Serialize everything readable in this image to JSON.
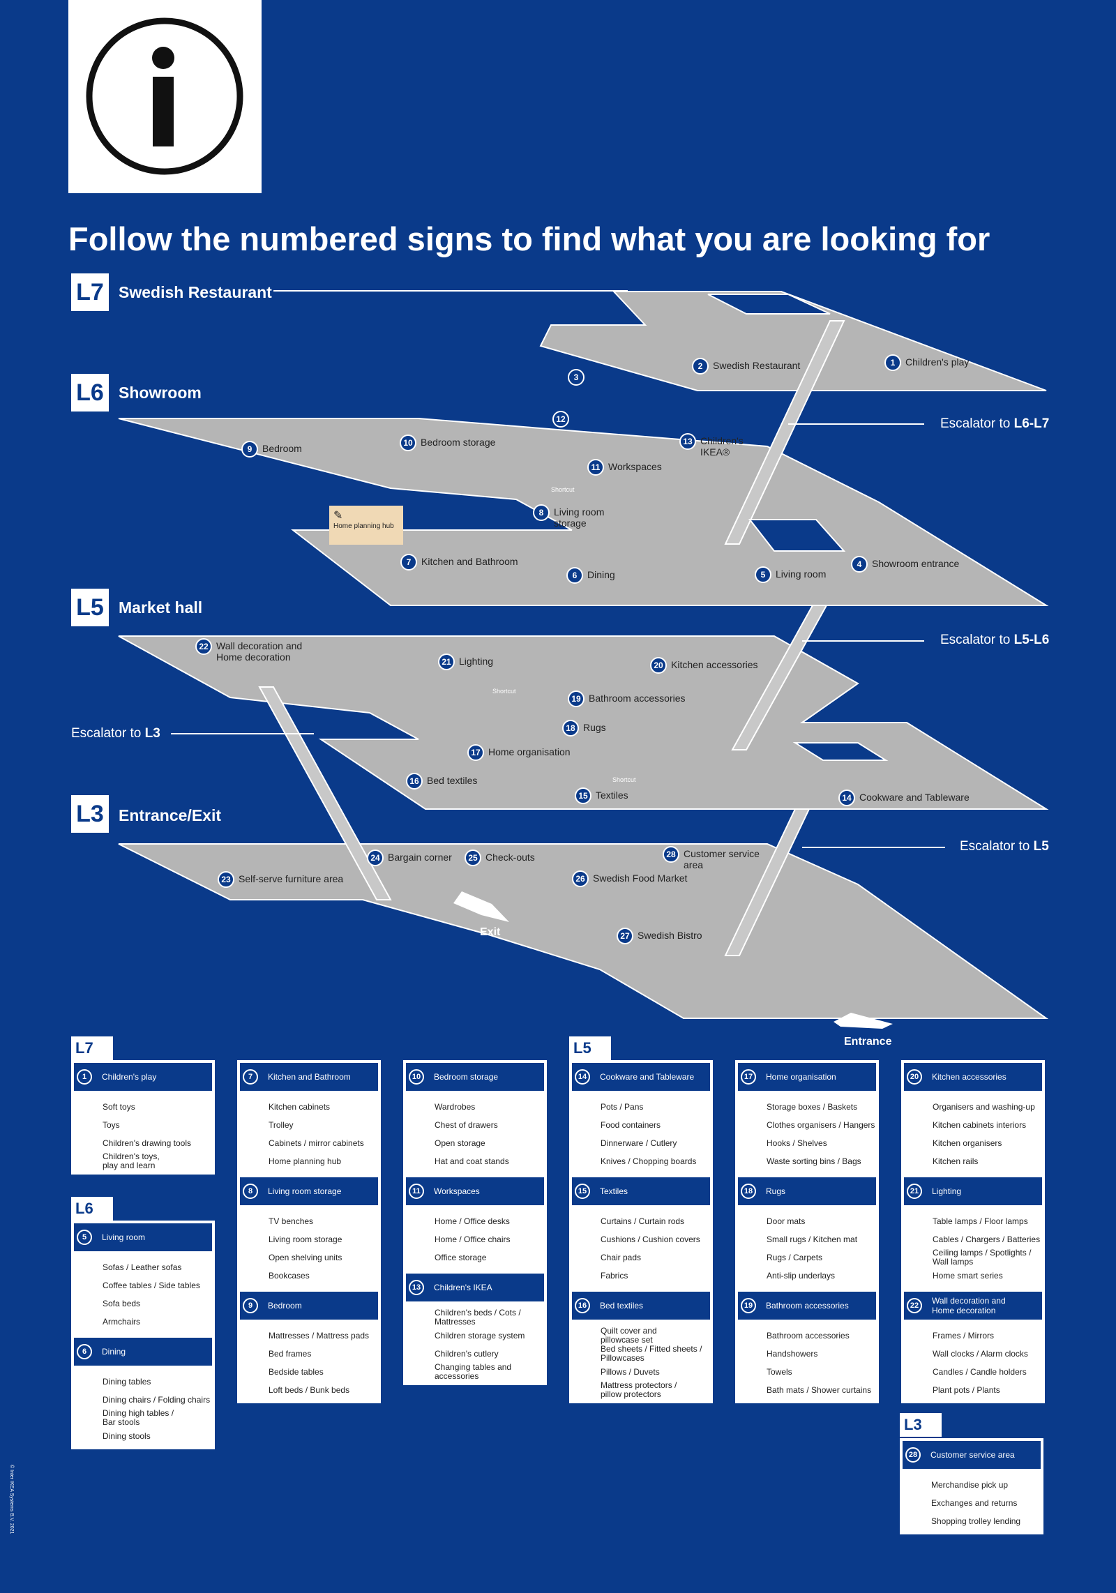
{
  "headline": "Follow the numbered signs to find what you are looking for",
  "levels": [
    {
      "code": "L7",
      "name": "Swedish Restaurant"
    },
    {
      "code": "L6",
      "name": "Showroom"
    },
    {
      "code": "L5",
      "name": "Market hall"
    },
    {
      "code": "L3",
      "name": "Entrance/Exit"
    }
  ],
  "escalators": {
    "e67_text": "Escalator to ",
    "e67_level": "L6-L7",
    "e56_text": "Escalator to ",
    "e56_level": "L5-L6",
    "e3_text": "Escalator to ",
    "e3_level": "L3",
    "e5_text": "Escalator to ",
    "e5_level": "L5"
  },
  "markers": [
    {
      "n": "1",
      "label": "Children's play"
    },
    {
      "n": "2",
      "label": "Swedish Restaurant"
    },
    {
      "n": "3",
      "label": ""
    },
    {
      "n": "4",
      "label": "Showroom entrance"
    },
    {
      "n": "5",
      "label": "Living room"
    },
    {
      "n": "6",
      "label": "Dining"
    },
    {
      "n": "7",
      "label": "Kitchen and Bathroom"
    },
    {
      "n": "8",
      "label": "Living room\nstorage"
    },
    {
      "n": "9",
      "label": "Bedroom"
    },
    {
      "n": "10",
      "label": "Bedroom storage"
    },
    {
      "n": "11",
      "label": "Workspaces"
    },
    {
      "n": "12",
      "label": ""
    },
    {
      "n": "13",
      "label": "Children's\nIKEA®"
    },
    {
      "n": "14",
      "label": "Cookware and Tableware"
    },
    {
      "n": "15",
      "label": "Textiles"
    },
    {
      "n": "16",
      "label": "Bed textiles"
    },
    {
      "n": "17",
      "label": "Home organisation"
    },
    {
      "n": "18",
      "label": "Rugs"
    },
    {
      "n": "19",
      "label": "Bathroom accessories"
    },
    {
      "n": "20",
      "label": "Kitchen accessories"
    },
    {
      "n": "21",
      "label": "Lighting"
    },
    {
      "n": "22",
      "label": "Wall decoration and\nHome decoration"
    },
    {
      "n": "23",
      "label": "Self-serve furniture area"
    },
    {
      "n": "24",
      "label": "Bargain corner"
    },
    {
      "n": "25",
      "label": "Check-outs"
    },
    {
      "n": "26",
      "label": "Swedish Food Market"
    },
    {
      "n": "27",
      "label": "Swedish Bistro"
    },
    {
      "n": "28",
      "label": "Customer service\narea"
    }
  ],
  "shortcut_label": "Shortcut",
  "home_planning_hub": "Home planning hub",
  "exit_label": "Exit",
  "entrance_label": "Entrance",
  "legend": {
    "L7": "L7",
    "L6": "L6",
    "L5": "L5",
    "L3": "L3",
    "boxes": [
      {
        "n": "1",
        "title": "Children's play",
        "items": [
          "Soft toys",
          "Toys",
          "Children's drawing tools",
          "Children's toys,\nplay and learn"
        ]
      },
      {
        "n": "5",
        "title": "Living room",
        "items": [
          "Sofas / Leather sofas",
          "Coffee tables / Side tables",
          "Sofa beds",
          "Armchairs"
        ]
      },
      {
        "n": "6",
        "title": "Dining",
        "items": [
          "Dining tables",
          "Dining chairs / Folding chairs",
          "Dining high tables /\nBar stools",
          "Dining stools"
        ]
      },
      {
        "n": "7",
        "title": "Kitchen and Bathroom",
        "items": [
          "Kitchen cabinets",
          "Trolley",
          "Cabinets / mirror cabinets",
          "Home planning hub"
        ]
      },
      {
        "n": "8",
        "title": "Living room storage",
        "items": [
          "TV benches",
          "Living room storage",
          "Open shelving units",
          "Bookcases"
        ]
      },
      {
        "n": "9",
        "title": "Bedroom",
        "items": [
          "Mattresses / Mattress pads",
          "Bed frames",
          "Bedside tables",
          "Loft beds / Bunk beds"
        ]
      },
      {
        "n": "10",
        "title": "Bedroom storage",
        "items": [
          "Wardrobes",
          "Chest of drawers",
          "Open storage",
          "Hat and coat stands"
        ]
      },
      {
        "n": "11",
        "title": "Workspaces",
        "items": [
          "Home / Office desks",
          "Home / Office chairs",
          "Office storage"
        ]
      },
      {
        "n": "13",
        "title": "Children's IKEA",
        "items": [
          "Children's beds / Cots /\nMattresses",
          "Children storage system",
          "Children's cutlery",
          "Changing tables and\naccessories"
        ]
      },
      {
        "n": "14",
        "title": "Cookware and Tableware",
        "items": [
          "Pots / Pans",
          "Food containers",
          "Dinnerware / Cutlery",
          "Knives / Chopping boards"
        ]
      },
      {
        "n": "15",
        "title": "Textiles",
        "items": [
          "Curtains / Curtain rods",
          "Cushions / Cushion covers",
          "Chair pads",
          "Fabrics"
        ]
      },
      {
        "n": "16",
        "title": "Bed textiles",
        "items": [
          "Quilt cover and\npillowcase set",
          "Bed sheets / Fitted sheets /\nPillowcases",
          "Pillows / Duvets",
          "Mattress protectors /\npillow protectors"
        ]
      },
      {
        "n": "17",
        "title": "Home organisation",
        "items": [
          "Storage boxes / Baskets",
          "Clothes organisers / Hangers",
          "Hooks / Shelves",
          "Waste sorting bins / Bags"
        ]
      },
      {
        "n": "18",
        "title": "Rugs",
        "items": [
          "Door mats",
          "Small rugs / Kitchen mat",
          "Rugs / Carpets",
          "Anti-slip underlays"
        ]
      },
      {
        "n": "19",
        "title": "Bathroom accessories",
        "items": [
          "Bathroom accessories",
          "Handshowers",
          "Towels",
          "Bath mats / Shower curtains"
        ]
      },
      {
        "n": "20",
        "title": "Kitchen accessories",
        "items": [
          "Organisers and washing-up",
          "Kitchen cabinets interiors",
          "Kitchen organisers",
          "Kitchen rails"
        ]
      },
      {
        "n": "21",
        "title": "Lighting",
        "items": [
          "Table lamps / Floor lamps",
          "Cables / Chargers / Batteries",
          "Ceiling lamps / Spotlights /\nWall lamps",
          "Home smart series"
        ]
      },
      {
        "n": "22",
        "title": "Wall decoration and\nHome decoration",
        "items": [
          "Frames / Mirrors",
          "Wall clocks / Alarm clocks",
          "Candles / Candle holders",
          "Plant pots / Plants"
        ]
      },
      {
        "n": "28",
        "title": "Customer service area",
        "items": [
          "Merchandise pick up",
          "Exchanges and returns",
          "Shopping trolley lending"
        ]
      }
    ]
  },
  "copyright": "© Inter IKEA Systems B.V. 2021",
  "colors": {
    "background": "#0a3a8a",
    "floor": "#b5b5b5",
    "white": "#ffffff"
  }
}
